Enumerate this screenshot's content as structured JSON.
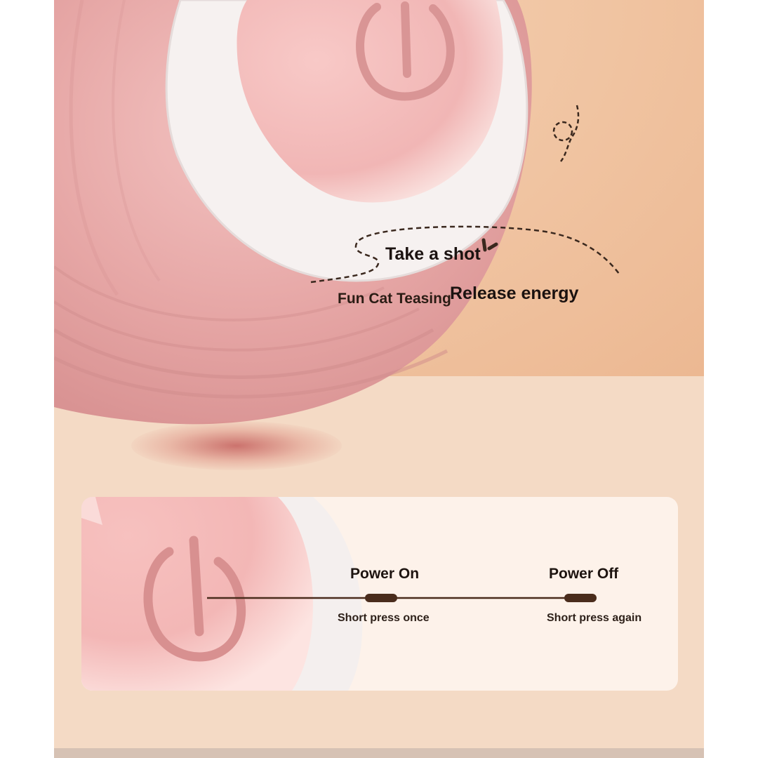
{
  "annotations": {
    "take_a_shot": "Take a shot",
    "fun_cat_teasing": "Fun Cat Teasing",
    "release_energy": "Release energy"
  },
  "power_guide": {
    "power_on": {
      "title": "Power On",
      "subtitle": "Short press once"
    },
    "power_off": {
      "title": "Power Off",
      "subtitle": "Short press again"
    }
  },
  "icons": [
    "power-icon",
    "paw-doodle-icon"
  ],
  "colors": {
    "ball_pink": "#e7a9a7",
    "button_pink": "#f6c3c1",
    "background_peach": "#f2c9a8",
    "card_cream": "#fdf2ea",
    "timeline_brown": "#4a2c1c"
  }
}
